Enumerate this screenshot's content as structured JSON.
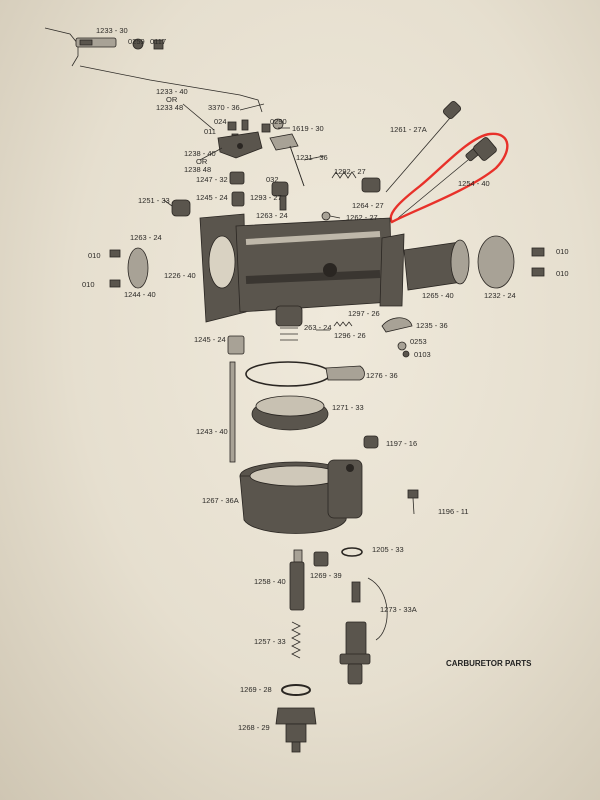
{
  "diagram": {
    "title": "CARBURETOR PARTS",
    "highlight_color": "#e8312a",
    "labels": {
      "l1233_30": "1233 - 30",
      "l0259": "0259",
      "l0117": "0117",
      "l1233_40": "1233 - 40",
      "l_or1": "OR",
      "l1233_48": "1233 48",
      "l3370_36": "3370 - 36",
      "l024": "024",
      "l0290": "0290",
      "l011a": "011",
      "l1619_30": "1619 - 30",
      "l1261_27a": "1261 - 27A",
      "l1238_40": "1238 - 40",
      "l_or2": "OR",
      "l1238_48": "1238 48",
      "l1231_36": "1231 - 36",
      "l1247_32": "1247 - 32",
      "l032": "032",
      "l1292_27": "1292 - 27",
      "l1254_40": "1254 - 40",
      "l1245_24a": "1245 - 24",
      "l1293_27": "1293 - 27",
      "l1264_27": "1264 - 27",
      "l1251_33": "1251 - 33",
      "l1263_24a": "1263 - 24",
      "l1262_27": "1262 - 27",
      "l1263_24b": "1263 - 24",
      "l010a": "010",
      "l010b": "010",
      "l010c": "010",
      "l010d": "010",
      "l1226_40": "1226 - 40",
      "l1244_40": "1244 - 40",
      "l1265_40": "1265 - 40",
      "l1232_24": "1232 - 24",
      "l1297_26": "1297 - 26",
      "l1263_24c": "263 - 24",
      "l1235_36": "1235 - 36",
      "l1296_26": "1296 - 26",
      "l0253": "0253",
      "l0103": "0103",
      "l1245_24b": "1245 - 24",
      "l1276_36": "1276 - 36",
      "l1271_33": "1271 - 33",
      "l1243_40": "1243 - 40",
      "l1197_16": "1197 - 16",
      "l1267_36a": "1267 - 36A",
      "l1196_11": "1196 - 11",
      "l1205_33": "1205 - 33",
      "l1258_40": "1258 - 40",
      "l1269_39": "1269 - 39",
      "l1273_33a": "1273 - 33A",
      "l1257_33": "1257 - 33",
      "l1269_28": "1269 - 28",
      "l1268_29": "1268 - 29"
    }
  }
}
